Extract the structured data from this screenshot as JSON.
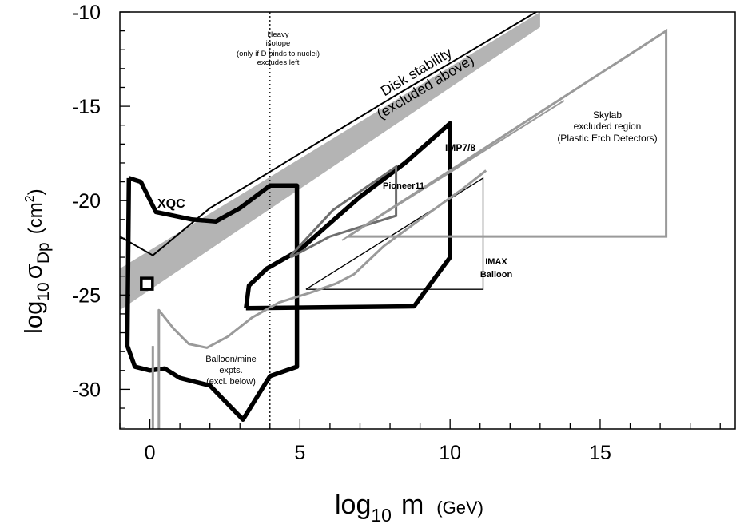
{
  "chart_data": {
    "type": "area",
    "xlabel": "log",
    "xlabel_sub": "10",
    "xlabel_var": "m",
    "xlabel_unit": "(GeV)",
    "ylabel": "log",
    "ylabel_sub": "10",
    "ylabel_sigma": "σ",
    "ylabel_sigma_sub": "Dp",
    "ylabel_unit_open": "(cm",
    "ylabel_unit_sup": "2",
    "ylabel_unit_close": ")",
    "xlim": [
      -1,
      19.5
    ],
    "ylim": [
      -32.1,
      -10
    ],
    "x_ticks": [
      {
        "value": 0,
        "label": "0"
      },
      {
        "value": 5,
        "label": "5"
      },
      {
        "value": 10,
        "label": "10"
      },
      {
        "value": 15,
        "label": "15"
      }
    ],
    "y_ticks": [
      {
        "value": -10,
        "label": "-10"
      },
      {
        "value": -15,
        "label": "-15"
      },
      {
        "value": -20,
        "label": "-20"
      },
      {
        "value": -25,
        "label": "-25"
      },
      {
        "value": -30,
        "label": "-30"
      }
    ],
    "colors": {
      "frame": "#000000",
      "band": "#b4b4b4",
      "gray_line": "#9a9a9a",
      "dark_gray": "#6e6e6e"
    },
    "regions": [
      {
        "id": "disk-band",
        "kind": "band",
        "x_lo": -1,
        "y_lo_start": -25.8,
        "y_hi_start": -23.6,
        "x_hi": 13,
        "y_lo_end": -10.8,
        "y_hi_end": -10
      },
      {
        "id": "disk-line",
        "kind": "line",
        "points": [
          [
            -1,
            -21.9
          ],
          [
            0.1,
            -22.9
          ],
          [
            2.0,
            -20.4
          ],
          [
            8.0,
            -14.6
          ],
          [
            12.9,
            -9.97
          ]
        ]
      },
      {
        "id": "xqc",
        "kind": "thick",
        "points": [
          [
            -0.7,
            -18.8
          ],
          [
            -0.3,
            -19.0
          ],
          [
            0.2,
            -20.6
          ],
          [
            1.4,
            -21.0
          ],
          [
            2.2,
            -21.1
          ],
          [
            3.0,
            -20.4
          ],
          [
            4.0,
            -19.2
          ],
          [
            4.9,
            -19.2
          ],
          [
            4.9,
            -28.8
          ],
          [
            4.0,
            -29.3
          ],
          [
            3.1,
            -31.6
          ],
          [
            2.0,
            -29.8
          ],
          [
            1.0,
            -29.4
          ],
          [
            0.5,
            -28.9
          ],
          [
            0,
            -29.0
          ],
          [
            -0.5,
            -28.8
          ],
          [
            -0.75,
            -27.7
          ],
          [
            -0.7,
            -18.8
          ]
        ]
      },
      {
        "id": "imp78",
        "kind": "thick",
        "points": [
          [
            3.2,
            -25.7
          ],
          [
            3.3,
            -24.5
          ],
          [
            3.9,
            -23.6
          ],
          [
            5.0,
            -22.6
          ],
          [
            6.0,
            -21.2
          ],
          [
            7.0,
            -19.8
          ],
          [
            8.5,
            -18.0
          ],
          [
            10.0,
            -15.9
          ],
          [
            10.0,
            -23.0
          ],
          [
            8.8,
            -25.6
          ],
          [
            3.2,
            -25.7
          ]
        ]
      },
      {
        "id": "pioneer11",
        "kind": "medium",
        "points": [
          [
            4.7,
            -23.0
          ],
          [
            6.0,
            -21.9
          ],
          [
            8.2,
            -20.8
          ],
          [
            8.2,
            -18.2
          ],
          [
            6.1,
            -20.5
          ],
          [
            4.7,
            -22.9
          ],
          [
            4.7,
            -23.0
          ]
        ]
      },
      {
        "id": "imax",
        "kind": "thin",
        "points": [
          [
            5.2,
            -24.7
          ],
          [
            11.1,
            -24.7
          ],
          [
            11.1,
            -18.8
          ],
          [
            5.2,
            -24.7
          ]
        ]
      },
      {
        "id": "skylab",
        "kind": "gray-thick",
        "points": [
          [
            6.6,
            -21.9
          ],
          [
            17.2,
            -21.9
          ],
          [
            17.2,
            -11.0
          ],
          [
            6.6,
            -21.9
          ]
        ]
      },
      {
        "id": "skylab-inner",
        "kind": "gray-thin",
        "points": [
          [
            6.4,
            -22.1
          ],
          [
            13.8,
            -14.7
          ]
        ]
      },
      {
        "id": "balloon-mine",
        "kind": "gray-curve",
        "points": [
          [
            0.3,
            -32.1
          ],
          [
            0.3,
            -25.8
          ],
          [
            0.8,
            -26.8
          ],
          [
            1.3,
            -27.6
          ],
          [
            1.9,
            -27.8
          ],
          [
            2.6,
            -27.2
          ],
          [
            3.4,
            -26.2
          ],
          [
            4.3,
            -25.4
          ],
          [
            5.3,
            -24.9
          ],
          [
            6.2,
            -24.4
          ],
          [
            6.8,
            -23.9
          ],
          [
            7.8,
            -22.4
          ],
          [
            9.0,
            -21.0
          ],
          [
            10.4,
            -19.4
          ],
          [
            11.2,
            -18.4
          ]
        ]
      },
      {
        "id": "balloon-lower",
        "kind": "gray-line",
        "points": [
          [
            0.1,
            -27.7
          ],
          [
            0.1,
            -32.1
          ]
        ]
      },
      {
        "id": "heavy-isotope",
        "kind": "dotted",
        "points": [
          [
            4.0,
            -10
          ],
          [
            4.0,
            -32.1
          ]
        ]
      },
      {
        "id": "marker-square",
        "kind": "square",
        "x": -0.1,
        "y": -24.4
      }
    ],
    "annotations": {
      "heavy_isotope": [
        "Heavy",
        "isotope",
        "(only if D binds to nuclei)",
        "excludes left"
      ],
      "disk_stability": [
        "Disk stability",
        "(excluded above)"
      ],
      "skylab": [
        "Skylab",
        "excluded region",
        "(Plastic Etch Detectors)"
      ],
      "imp78": "IMP7/8",
      "pioneer11": "Pioneer11",
      "xqc": "XQC",
      "imax": [
        "IMAX",
        "Balloon"
      ],
      "balloon_mine": [
        "Balloon/mine",
        "expts.",
        "(excl. below)"
      ]
    }
  }
}
